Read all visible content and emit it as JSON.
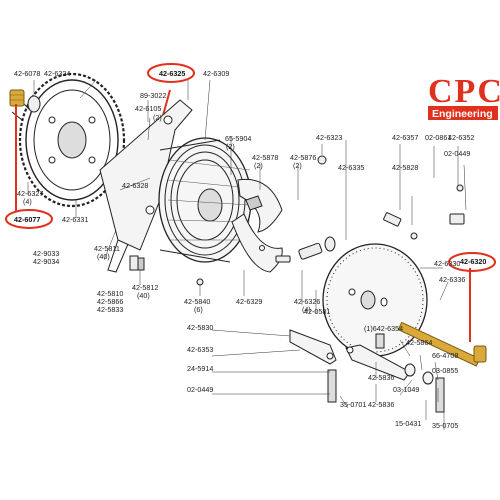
{
  "logo": {
    "brand": "CPC",
    "subtitle": "Engineering",
    "color": "#e0301e"
  },
  "highlight_color": "#e0301e",
  "part_labels": [
    {
      "id": "l1",
      "text": "42-6078"
    },
    {
      "id": "l2",
      "text": "42-6324"
    },
    {
      "id": "l3",
      "text": "42-6325"
    },
    {
      "id": "l4",
      "text": "42-6309"
    },
    {
      "id": "l5",
      "text": "89-3022"
    },
    {
      "id": "l6",
      "text": "42-6105"
    },
    {
      "id": "l7",
      "text": "(2)"
    },
    {
      "id": "l8",
      "text": "42-6328"
    },
    {
      "id": "l9",
      "text": "42-6327"
    },
    {
      "id": "l10",
      "text": "(4)"
    },
    {
      "id": "l11",
      "text": "42-6077"
    },
    {
      "id": "l12",
      "text": "42-6331"
    },
    {
      "id": "l13",
      "text": "42-9033"
    },
    {
      "id": "l14",
      "text": "42-9034"
    },
    {
      "id": "l15",
      "text": "42-5811"
    },
    {
      "id": "l16",
      "text": "(40)"
    },
    {
      "id": "l17",
      "text": "42-5810"
    },
    {
      "id": "l18",
      "text": "42-5866"
    },
    {
      "id": "l19",
      "text": "42-5833"
    },
    {
      "id": "l20",
      "text": "42-5812"
    },
    {
      "id": "l21",
      "text": "(40)"
    },
    {
      "id": "l22",
      "text": "65-5904"
    },
    {
      "id": "l23",
      "text": "(2)"
    },
    {
      "id": "l24",
      "text": "42-5878"
    },
    {
      "id": "l25",
      "text": "(2)"
    },
    {
      "id": "l26",
      "text": "42-5876"
    },
    {
      "id": "l27",
      "text": "(2)"
    },
    {
      "id": "l28",
      "text": "42-6323"
    },
    {
      "id": "l29",
      "text": "42-6335"
    },
    {
      "id": "l30",
      "text": "42-6357"
    },
    {
      "id": "l31",
      "text": "02-0861"
    },
    {
      "id": "l32",
      "text": "42-6352"
    },
    {
      "id": "l33",
      "text": "42-5828"
    },
    {
      "id": "l34",
      "text": "02-0449"
    },
    {
      "id": "l35",
      "text": "42-6330"
    },
    {
      "id": "l36",
      "text": "42-6320"
    },
    {
      "id": "l37",
      "text": "42-6336"
    },
    {
      "id": "l38",
      "text": "42-5840"
    },
    {
      "id": "l39",
      "text": "(6)"
    },
    {
      "id": "l40",
      "text": "42-6329"
    },
    {
      "id": "l41",
      "text": "42-6326"
    },
    {
      "id": "l42",
      "text": "(4)"
    },
    {
      "id": "l43",
      "text": "42-0581"
    },
    {
      "id": "l44",
      "text": "42-5830"
    },
    {
      "id": "l45",
      "text": "(1)642-6354"
    },
    {
      "id": "l46",
      "text": "42-5864"
    },
    {
      "id": "l47",
      "text": "42-6353"
    },
    {
      "id": "l48",
      "text": "66-4708"
    },
    {
      "id": "l49",
      "text": "24-5914"
    },
    {
      "id": "l50",
      "text": "42-5836"
    },
    {
      "id": "l51",
      "text": "03-0855"
    },
    {
      "id": "l52",
      "text": "02-0449"
    },
    {
      "id": "l53",
      "text": "03-1049"
    },
    {
      "id": "l54",
      "text": "42-5836"
    },
    {
      "id": "l55",
      "text": "35-0701"
    },
    {
      "id": "l56",
      "text": "15-0431"
    },
    {
      "id": "l57",
      "text": "35-0705"
    }
  ]
}
